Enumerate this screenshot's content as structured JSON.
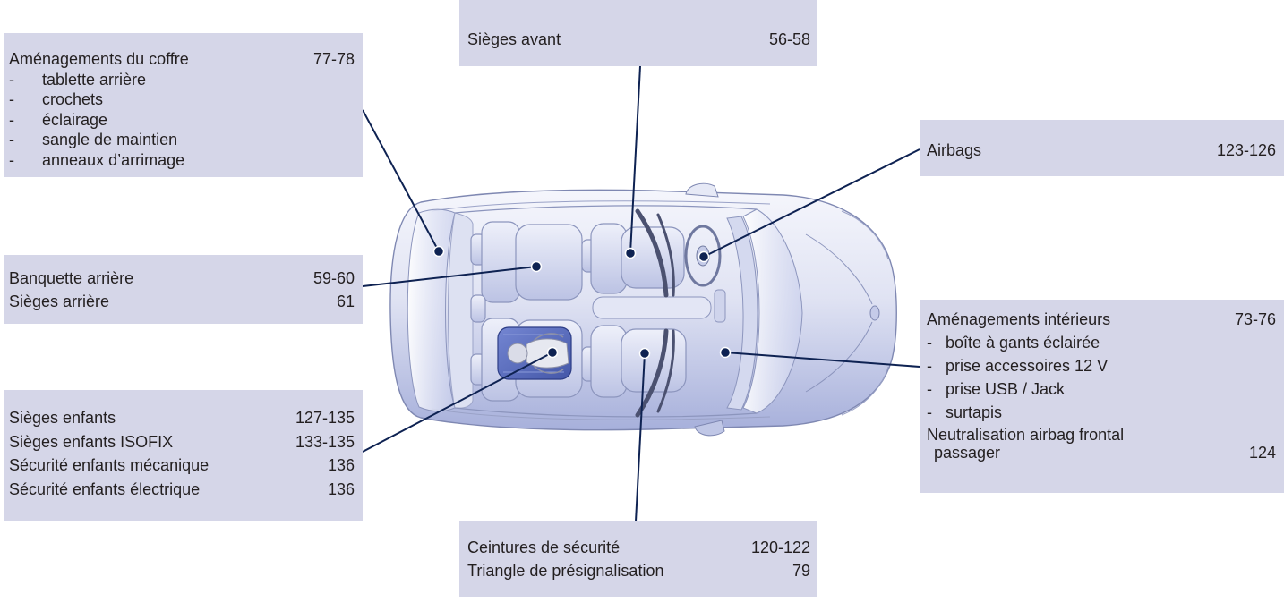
{
  "list_marker": "-",
  "callouts": {
    "boot": {
      "title": "Aménagements du coffre",
      "pages": "77-78",
      "items": [
        "tablette arrière",
        "crochets",
        "éclairage",
        "sangle de maintien",
        "anneaux d’arrimage"
      ]
    },
    "rear_seats": {
      "rows": [
        {
          "label": "Banquette arrière",
          "pages": "59-60"
        },
        {
          "label": "Sièges arrière",
          "pages": "61"
        }
      ]
    },
    "child_safety": {
      "rows": [
        {
          "label": "Sièges enfants",
          "pages": "127-135"
        },
        {
          "label": "Sièges enfants ISOFIX",
          "pages": "133-135"
        },
        {
          "label": "Sécurité enfants mécanique",
          "pages": "136"
        },
        {
          "label": "Sécurité enfants électrique",
          "pages": "136"
        }
      ]
    },
    "front_seats": {
      "rows": [
        {
          "label": "Sièges avant",
          "pages": "56-58"
        }
      ]
    },
    "airbags": {
      "rows": [
        {
          "label": "Airbags",
          "pages": "123-126"
        }
      ]
    },
    "interior": {
      "title": "Aménagements intérieurs",
      "pages": "73-76",
      "items": [
        "boîte à gants éclairée",
        "prise accessoires 12 V",
        "prise USB / Jack",
        "surtapis"
      ],
      "airbag_line_1": "Neutralisation airbag frontal",
      "airbag_line_2": "passager",
      "airbag_pages": "124"
    },
    "belts": {
      "rows": [
        {
          "label": "Ceintures de sécurité",
          "pages": "120-122"
        },
        {
          "label": "Triangle de présignalisation",
          "pages": "79"
        }
      ]
    }
  },
  "colors": {
    "box_background": "#d5d6e8",
    "leader_line": "#0e2252",
    "text": "#231f20",
    "child_seat": "#4457a8"
  }
}
